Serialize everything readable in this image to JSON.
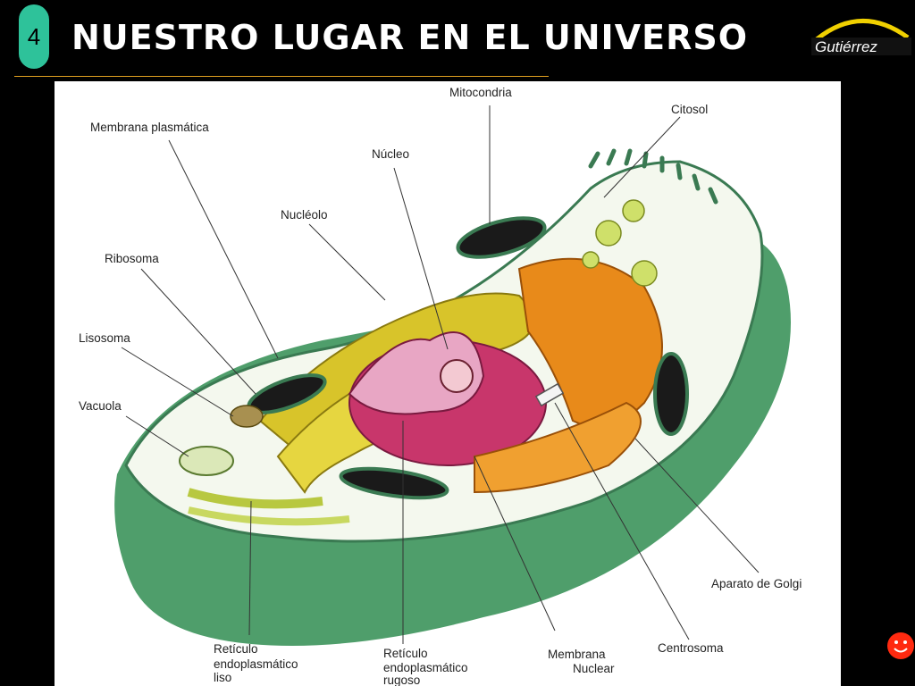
{
  "slide": {
    "number": "4",
    "title": "NUESTRO LUGAR EN EL UNIVERSO",
    "logo_text": "Gutiérrez"
  },
  "labels": {
    "mitocondria": "Mitocondria",
    "citosol": "Citosol",
    "membrana_plasmatica": "Membrana plasmática",
    "nucleo": "Núcleo",
    "nucleolo": "Nucléolo",
    "ribosoma": "Ribosoma",
    "lisosoma": "Lisosoma",
    "vacuola": "Vacuola",
    "aparato_golgi": "Aparato de Golgi",
    "centrosoma": "Centrosoma",
    "ret_liso_1": "Retículo",
    "ret_liso_2": "endoplasmático",
    "ret_liso_3": "liso",
    "ret_rugoso_1": "Retículo",
    "ret_rugoso_2": "endoplasmático",
    "ret_rugoso_3": "rugoso",
    "membrana_nuclear_1": "Membrana",
    "membrana_nuclear_2": "Nuclear"
  },
  "colors": {
    "badge": "#2ec29a",
    "rule": "#e0a020",
    "cell_outer": "#4f9e6b",
    "golgi": "#e88a1a",
    "nucleus": "#c8366b",
    "reticulum": "#d8c42a"
  }
}
